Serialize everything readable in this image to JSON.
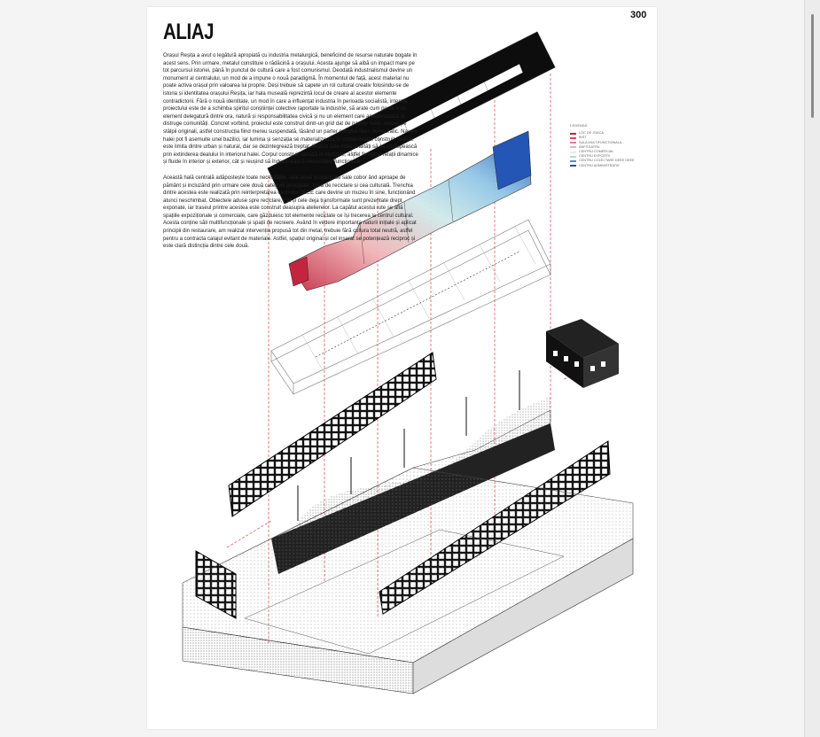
{
  "document": {
    "page_number": "300",
    "title": "ALIAJ",
    "paragraph_1": "Orașul Reșița a avut o legătură apropiată cu industria metalurgică, beneficiind de resurse naturale bogate în acest sens. Prin urmare, metalul constituie o rădăcină a orașului. Acesta ajunge să aibă un impact mare pe tot parcursul istoriei, până în punctul de cultură care a fost comunismul. Deodată industrialismul devine un monument al centralului, un mod de a impune o nouă paradigmă. În momentul de față, acest material nu poate activa orașul prin valoarea lui proprie. Deși trebuie să capete un rol cultural creativ folosindu-se de istoria și identitatea orașului Reșița, iar hala museală reprezintă locul de creare al acestor elemente contradictorii. Fără o nouă identitate, un mod în care a influențat industria în perioada socialistă, intenția proiectului este de a schimba spiritul conștiinței colective raportate la industrie, să arate cum poate fi un element delegatură dintre ora, natură și responsabilitatea civică și nu un element care anonimizează și distruge comunități. Concret vorbind, proiectul este construit dintr-un grid dat de navele halei, așezat pe stâlpii originali, astfel construcția fiind mereu suspendată, lăsând un parter complet liber, democratic. Navele halei pot fi asemuite unei bazilici, iar lumina și senzația se materializează în corpul nostru construit. Aceste este limita dintre urban și natural, dar se dezintegrează treptat, lăsând cele două realități să se contopească prin extinderea dealului în interiorul halei. Corpul construit variază în secțiune, astfel formând relații dinamice și fluide în interior și exterior, cât și reușind să îndeplinească necesitățile funcționale.",
    "paragraph_2": "Această hală centrală adăpostește toate necesitățile, cele două picioare ale sale cobor ând aproape de pământ și incluzând prin urmare cele două categorii principale: zona de reciclare și cea culturală. Trenchia dintre acestea este realizată prin reinterpretarea centrului DEEE care devine un muzeu în sine, funcționând atunci neschimbat. Obiectele aduse spre reciclare, cât și cele deja transformate sunt prezentate drept exponate, iar traseul printre acestea este construit deasupra atelierelor. La capătul acestui rute se află spațiile expoziționale și comerciale, care găzduiesc tot elemente reciclate ce își trecerea la centrul cultural. Acesta conține săli multifuncționale și spații de recreere. Având în vedere importanța naturii inițiale și aplicat principii din restaurare, am realizat intervenția propusă tot din metal, trebuie fără cultura total neutră, astfel pentru a contracta calajul evitant de materiale. Astfel, spațiul original și cel inserat se potențează reciproc și este clară distincția dintre cele două.",
    "legend": {
      "title": "LEGENDĂ",
      "items": [
        {
          "label": "LOC DE JOACA",
          "color": "#c3253f"
        },
        {
          "label": "BIST",
          "color": "#d9486a"
        },
        {
          "label": "SALA MULTIFUNCTIONALA",
          "color": "#e77c8f"
        },
        {
          "label": "ANFITEATRU",
          "color": "#f0b3b5"
        },
        {
          "label": "CENTRU COMERCIAL",
          "color": "#dfeff0"
        },
        {
          "label": "CENTRU EXPOZITII",
          "color": "#a9dde0"
        },
        {
          "label": "CENTRU COLECTARE DEEE DEEE",
          "color": "#4a8fd3"
        },
        {
          "label": "CENTRU ADMINISTRATIE",
          "color": "#1f4fa8"
        }
      ]
    }
  }
}
